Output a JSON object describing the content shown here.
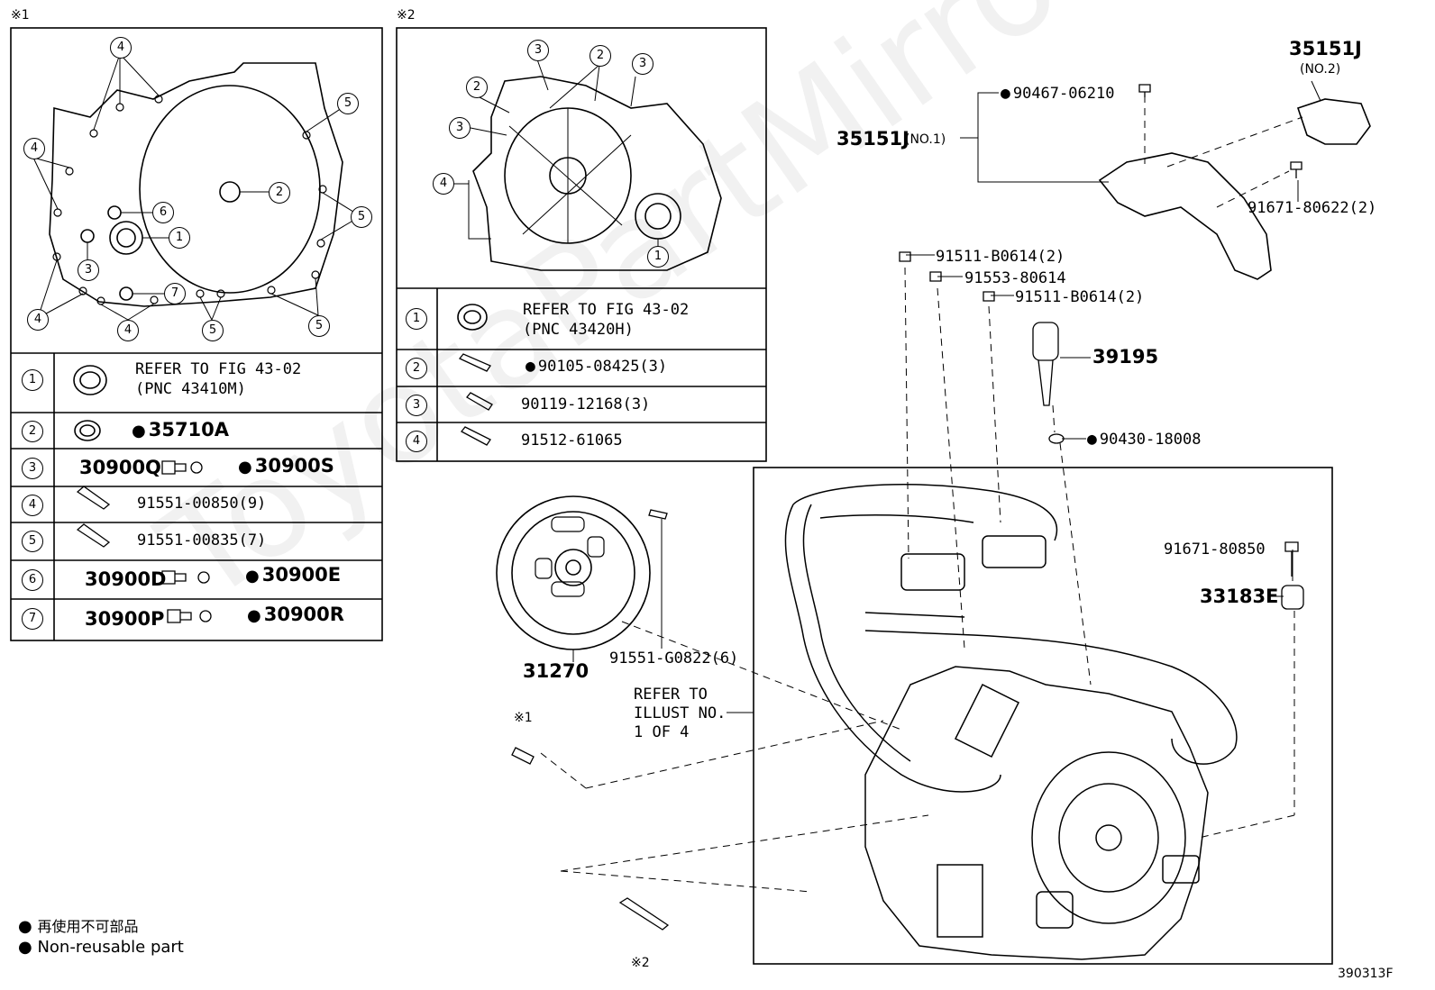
{
  "watermark": "ToyotaPartMirror.ru",
  "figure_code": "390313F",
  "legend": [
    {
      "symbol": "●",
      "text": "再使用不可部品"
    },
    {
      "symbol": "●",
      "text": "Non-reusable part"
    }
  ],
  "panel1": {
    "ref": "※1",
    "rows": [
      {
        "num": "1",
        "text": "REFER TO FIG 43-02",
        "text2": "(PNC 43410M)"
      },
      {
        "num": "2",
        "part": "35710A",
        "non_reusable": true
      },
      {
        "num": "3",
        "part_a": "30900Q",
        "part_b": "30900S"
      },
      {
        "num": "4",
        "part": "91551-00850(9)"
      },
      {
        "num": "5",
        "part": "91551-00835(7)"
      },
      {
        "num": "6",
        "part_a": "30900D",
        "part_b": "30900E"
      },
      {
        "num": "7",
        "part_a": "30900P",
        "part_b": "30900R"
      }
    ]
  },
  "panel2": {
    "ref": "※2",
    "rows": [
      {
        "num": "1",
        "text": "REFER TO FIG 43-02",
        "text2": "(PNC 43420H)"
      },
      {
        "num": "2",
        "part": "90105-08425(3)",
        "non_reusable": true
      },
      {
        "num": "3",
        "part": "90119-12168(3)"
      },
      {
        "num": "4",
        "part": "91512-61065"
      }
    ]
  },
  "callouts": {
    "p35151j_no2": "35151J",
    "no2": "(NO.2)",
    "p35151j_no1": "35151J",
    "no1": "(NO.1)",
    "p90467": "90467-06210",
    "p91671_622": "91671-80622(2)",
    "p91511_a": "91511-B0614(2)",
    "p91553": "91553-80614",
    "p91511_b": "91511-B0614(2)",
    "p39195": "39195",
    "p90430": "90430-18008",
    "p91671_850": "91671-80850",
    "p33183e": "33183E",
    "p31270": "31270",
    "p91551_g": "91551-G0822(6)",
    "refer1": "REFER TO",
    "refer2": "ILLUST NO.",
    "refer3": "1 OF 4",
    "ref_bolt1": "※1",
    "ref_bolt2": "※2"
  }
}
